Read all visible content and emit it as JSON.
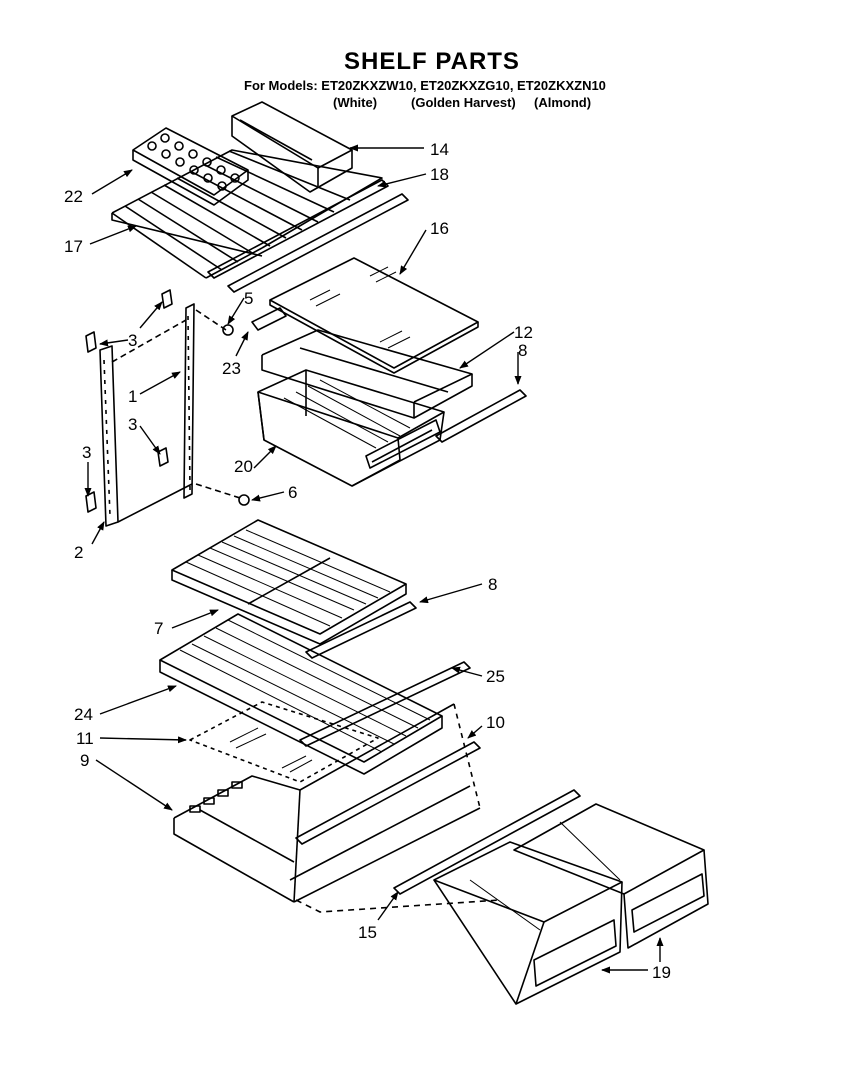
{
  "header": {
    "title": "SHELF PARTS",
    "models_line": "For Models: ET20ZKXZW10, ET20ZKXZG10, ET20ZKXZN10",
    "colors": [
      "(White)",
      "(Golden Harvest)",
      "(Almond)"
    ]
  },
  "parts": {
    "p1": "1",
    "p2": "2",
    "p3a": "3",
    "p3b": "3",
    "p3c": "3",
    "p5": "5",
    "p6": "6",
    "p7": "7",
    "p8a": "8",
    "p8b": "8",
    "p9": "9",
    "p10": "10",
    "p11": "11",
    "p12": "12",
    "p14": "14",
    "p15": "15",
    "p16": "16",
    "p17": "17",
    "p18": "18",
    "p19": "19",
    "p20": "20",
    "p22": "22",
    "p23": "23",
    "p24": "24",
    "p25": "25"
  }
}
